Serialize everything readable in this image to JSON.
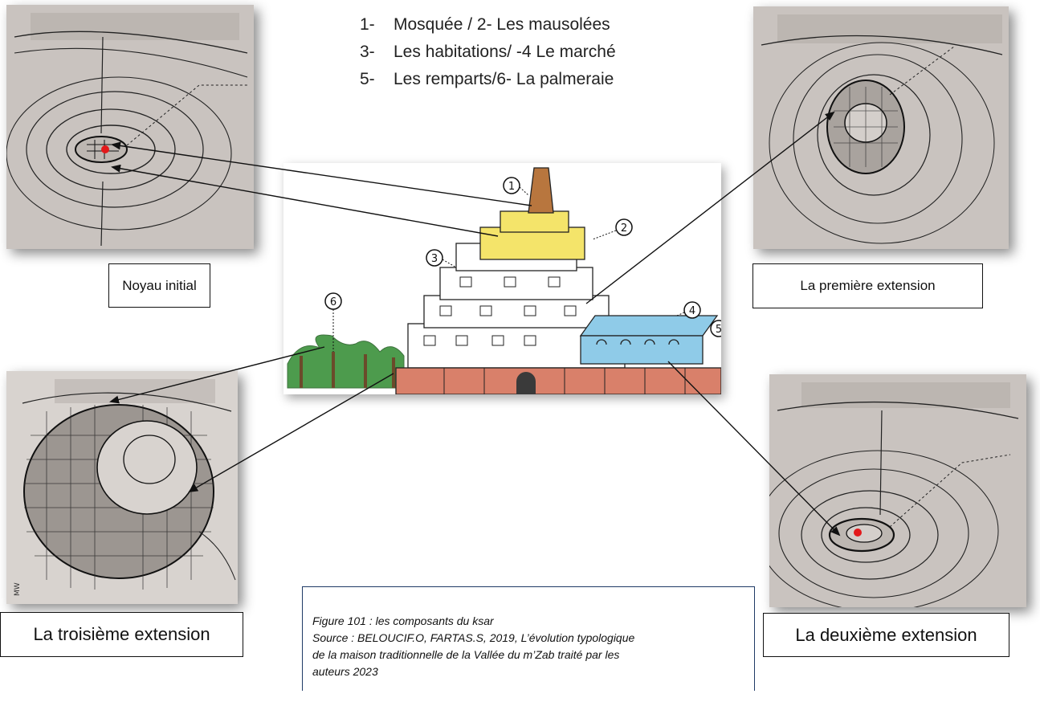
{
  "legend": [
    {
      "num": "1-",
      "text": "Mosquée / 2- Les mausolées"
    },
    {
      "num": "3-",
      "text": "Les habitations/ -4 Le marché"
    },
    {
      "num": "5-",
      "text": "Les remparts/6- La palmeraie"
    }
  ],
  "captions": {
    "noyau": "Noyau initial",
    "premiere": "La première extension",
    "troisieme": "La troisième extension",
    "deuxieme": "La deuxième extension"
  },
  "illustration": {
    "markers": [
      "1",
      "2",
      "3",
      "4",
      "5",
      "6"
    ],
    "colors": {
      "minaret": "#b8763e",
      "mausoleum": "#f4e46a",
      "wall": "#d9806a",
      "market": "#8fcbe8",
      "palm": "#2f8a2f"
    }
  },
  "maps": {
    "corner_text": "MW"
  },
  "figure": {
    "line1": "Figure 101 : les composants du ksar",
    "line2": "Source : BELOUCIF.O, FARTAS.S, 2019, L’évolution typologique",
    "line3": "de la maison traditionnelle de la Vallée du m’Zab traité par les",
    "line4": "auteurs 2023"
  },
  "colors": {
    "red_dot": "#e3191b",
    "map_bg": "#c9c3bf",
    "figure_border": "#1f3a66"
  }
}
